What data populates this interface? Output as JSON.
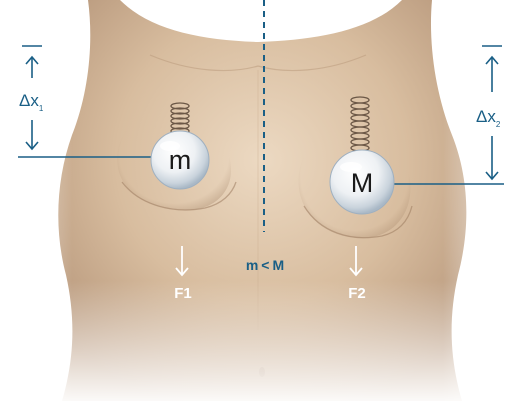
{
  "diagram": {
    "left_mass": {
      "label": "m",
      "displacement": {
        "symbol": "Δx",
        "subscript": "1"
      },
      "force": "F1"
    },
    "right_mass": {
      "label": "M",
      "displacement": {
        "symbol": "Δx",
        "subscript": "2"
      },
      "force": "F2"
    },
    "comparison": {
      "left": "m",
      "operator": "<",
      "right": "M"
    }
  },
  "colors": {
    "annotation": "#1a5f86",
    "skin": "#d9bfa3",
    "skin_shadow": "#b8987a",
    "force_text": "#ffffff",
    "spring": "#6b5746"
  }
}
